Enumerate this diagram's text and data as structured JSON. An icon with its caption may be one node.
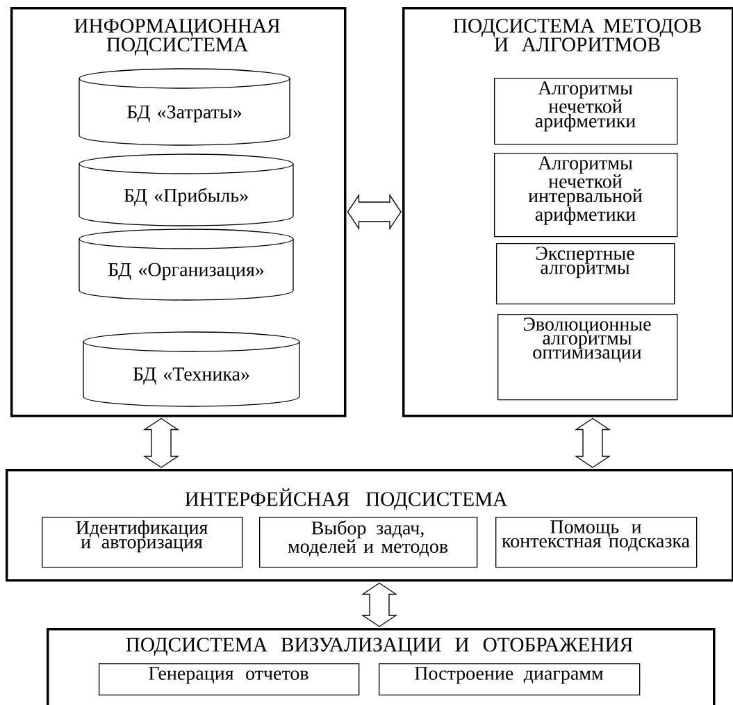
{
  "diagram": {
    "nodes": [
      {
        "text": [
          "ИНФОРМАЦИОННАЯ ПОДСИСТЕМА"
        ]
      },
      {
        "text": [
          "БД «Затраты»"
        ],
        "in": 0
      },
      {
        "text": [
          "БД «Прибыль»"
        ],
        "in": 0
      },
      {
        "text": [
          "БД «Организация»"
        ],
        "in": 0
      },
      {
        "text": [
          "БД «Техника»"
        ],
        "in": 0
      },
      {
        "text": [
          "ПОДСИСТЕМА МЕТОДОВ И АЛГОРИТМОВ"
        ]
      },
      {
        "text": [
          "Алгоритмы нечеткой арифметики"
        ],
        "in": 5
      },
      {
        "text": [
          "Алгоритмы нечеткой интервальной арифметики"
        ],
        "in": 5
      },
      {
        "text": [
          "Экспертные алгоритмы"
        ],
        "in": 5
      },
      {
        "text": [
          "Эволюционные алгоритмы оптимизации"
        ],
        "in": 5
      },
      {
        "text": [
          "ИНТЕРФЕЙСНАЯ ПОДСИСТЕМА"
        ]
      },
      {
        "text": [
          "Идентификация и авторизация"
        ],
        "in": 10
      },
      {
        "text": [
          "Выбор задач, моделей и методов"
        ],
        "in": 10
      },
      {
        "text": [
          "Помощь и контекстная подсказка"
        ],
        "in": 10
      },
      {
        "text": [
          "ПОДСИСТЕМА ВИЗУАЛИЗАЦИИ И ОТОБРАЖЕНИЯ"
        ]
      },
      {
        "text": [
          "Генерация отчетов"
        ],
        "in": 14
      },
      {
        "text": [
          "Построение диаграмм"
        ],
        "in": 14
      }
    ],
    "edges": [
      {
        "from": 0,
        "to": 5,
        "arrow": "both"
      },
      {
        "from": 0,
        "to": 10,
        "arrow": "both"
      },
      {
        "from": 5,
        "to": 10,
        "arrow": "both"
      },
      {
        "from": 10,
        "to": 14,
        "arrow": "both"
      }
    ]
  }
}
